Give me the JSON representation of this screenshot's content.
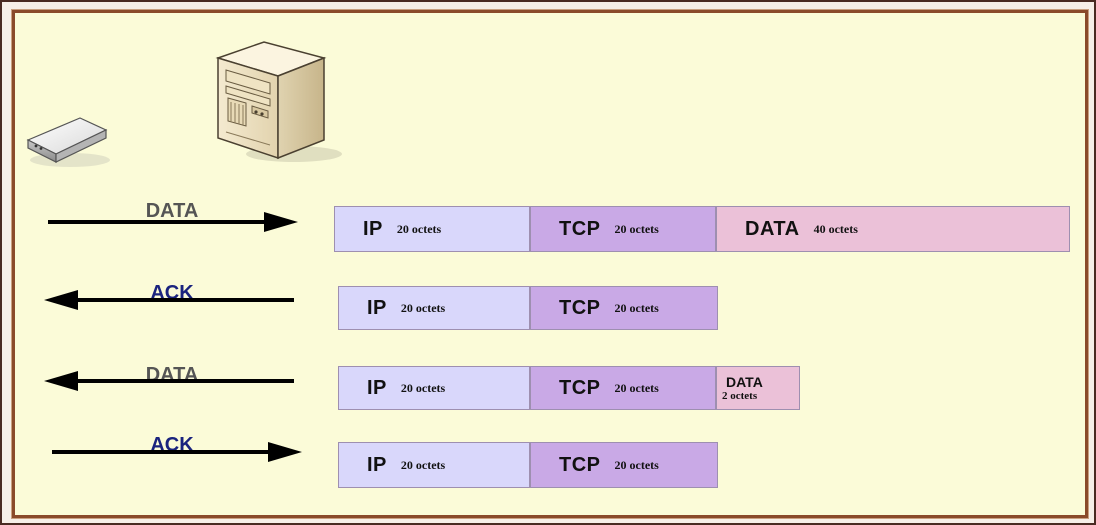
{
  "rows": [
    {
      "label": "DATA",
      "label_color": "#555555",
      "direction": "right",
      "segments": [
        {
          "name": "IP",
          "size": "20 octets"
        },
        {
          "name": "TCP",
          "size": "20 octets"
        },
        {
          "name": "DATA",
          "size": "40 octets"
        }
      ]
    },
    {
      "label": "ACK",
      "label_color": "#1a237e",
      "direction": "left",
      "segments": [
        {
          "name": "IP",
          "size": "20 octets"
        },
        {
          "name": "TCP",
          "size": "20 octets"
        }
      ]
    },
    {
      "label": "DATA",
      "label_color": "#555555",
      "direction": "left",
      "segments": [
        {
          "name": "IP",
          "size": "20 octets"
        },
        {
          "name": "TCP",
          "size": "20 octets"
        },
        {
          "name": "DATA",
          "size": "2 octets"
        }
      ]
    },
    {
      "label": "ACK",
      "label_color": "#1a237e",
      "direction": "right",
      "segments": [
        {
          "name": "IP",
          "size": "20 octets"
        },
        {
          "name": "TCP",
          "size": "20 octets"
        }
      ]
    }
  ],
  "devices": [
    {
      "icon": "terminal-icon"
    },
    {
      "icon": "server-icon"
    }
  ],
  "colors": {
    "panel_background": "#fbfbd8",
    "border": "#8a4a2a",
    "ip_segment": "#d9d7fb",
    "tcp_segment": "#c9a9e6",
    "data_segment": "#ebc1d8"
  }
}
